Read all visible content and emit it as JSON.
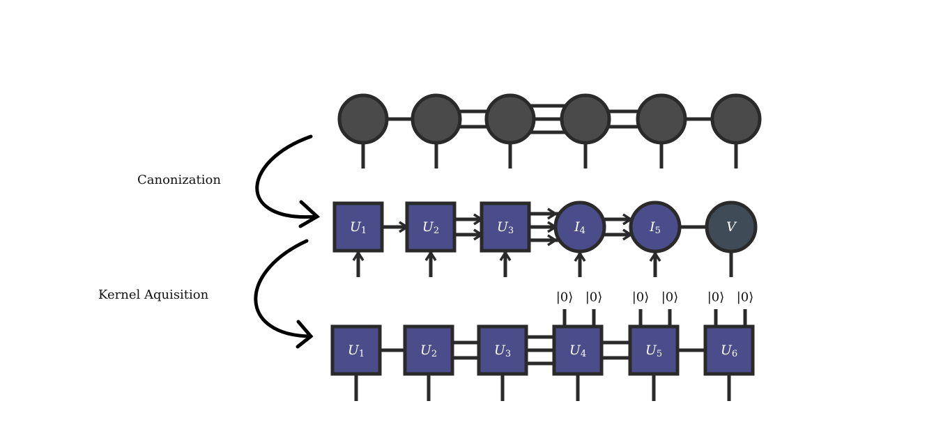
{
  "labels": {
    "canonization": "Canonization",
    "kernel": "Kernel Aquisition"
  },
  "colors": {
    "edge": "#2a2a2a",
    "mps_node": "#4a4a4a",
    "unitary_fill": "#4a4d8a",
    "v_node": "#3f4c57",
    "curve": "#000000"
  },
  "rows": {
    "mps": {
      "nodes": [
        "",
        "",
        "",
        "",
        "",
        ""
      ],
      "bond_dims": [
        1,
        2,
        3,
        2,
        1
      ]
    },
    "canonical": {
      "nodes": [
        {
          "base": "U",
          "sub": "1",
          "shape": "square"
        },
        {
          "base": "U",
          "sub": "2",
          "shape": "square"
        },
        {
          "base": "U",
          "sub": "3",
          "shape": "square"
        },
        {
          "base": "I",
          "sub": "4",
          "shape": "circle"
        },
        {
          "base": "I",
          "sub": "5",
          "shape": "circle"
        },
        {
          "base": "V",
          "sub": "",
          "shape": "circle"
        }
      ],
      "bond_dims": [
        1,
        2,
        3,
        2,
        1
      ],
      "bond_arrows": [
        true,
        true,
        true,
        true,
        false
      ]
    },
    "kernel": {
      "nodes": [
        {
          "base": "U",
          "sub": "1"
        },
        {
          "base": "U",
          "sub": "2"
        },
        {
          "base": "U",
          "sub": "3"
        },
        {
          "base": "U",
          "sub": "4"
        },
        {
          "base": "U",
          "sub": "5"
        },
        {
          "base": "U",
          "sub": "6"
        }
      ],
      "bond_dims": [
        1,
        2,
        3,
        2,
        1
      ],
      "ancilla_counts": [
        0,
        0,
        0,
        2,
        2,
        2
      ],
      "ancilla_label": "|0⟩"
    }
  }
}
